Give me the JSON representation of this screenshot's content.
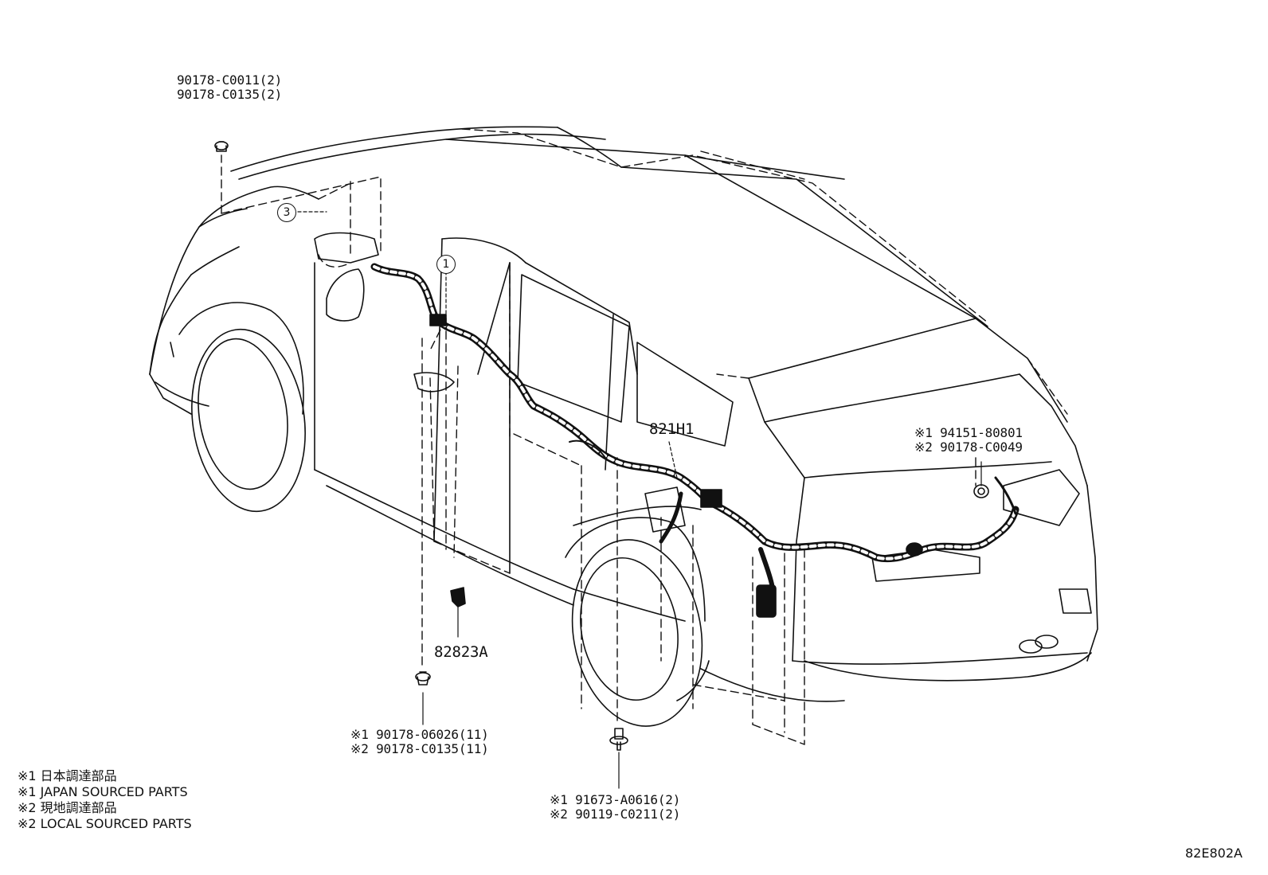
{
  "diagram_code": "82E802A",
  "callouts": [
    "1",
    "3"
  ],
  "parts": {
    "upper_left_clip": [
      "90178-C0011(2)",
      "90178-C0135(2)"
    ],
    "harness": "821H1",
    "bracket": "82823A",
    "rear_clip": [
      "※1 94151-80801",
      "※2 90178-C0049"
    ],
    "lower_clip": [
      "※1 90178-06026(11)",
      "※2 90178-C0135(11)"
    ],
    "bolt": [
      "※1 91673-A0616(2)",
      "※2 90119-C0211(2)"
    ]
  },
  "legend": [
    "※1 日本調達部品",
    "※1 JAPAN SOURCED PARTS",
    "※2 現地調達部品",
    "※2 LOCAL SOURCED PARTS"
  ]
}
